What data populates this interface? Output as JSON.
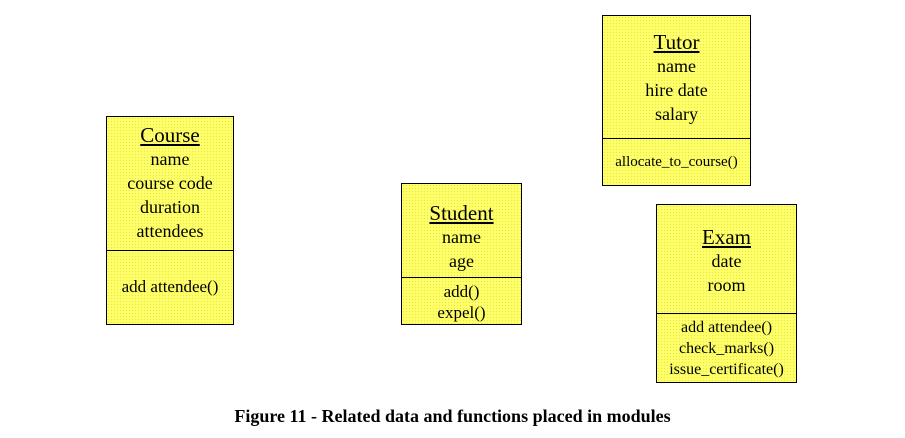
{
  "modules": {
    "course": {
      "title": "Course",
      "attributes": [
        "name",
        "course code",
        "duration",
        "attendees"
      ],
      "functions": [
        "add attendee()"
      ]
    },
    "student": {
      "title": "Student",
      "attributes": [
        "name",
        "age"
      ],
      "functions": [
        "add()",
        "expel()"
      ]
    },
    "tutor": {
      "title": "Tutor",
      "attributes": [
        "name",
        "hire date",
        "salary"
      ],
      "functions": [
        "allocate_to_course()"
      ]
    },
    "exam": {
      "title": "Exam",
      "attributes": [
        "date",
        "room"
      ],
      "functions": [
        "add attendee()",
        "check_marks()",
        "issue_certificate()"
      ]
    }
  },
  "caption": "Figure 11 - Related data and functions placed in modules",
  "colors": {
    "module_fill": "#ffff66",
    "border": "#000000"
  }
}
